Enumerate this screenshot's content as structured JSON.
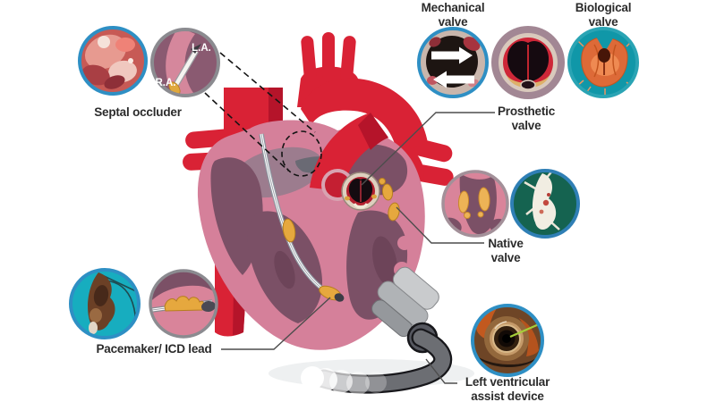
{
  "labels": {
    "septal_occluder": "Septal occluder",
    "mechanical_valve": "Mechanical valve",
    "biological_valve": "Biological valve",
    "prosthetic_valve": "Prosthetic valve",
    "native_valve": "Native valve",
    "pacemaker_icd_lead": "Pacemaker/ ICD lead",
    "lvad": "Left ventricular assist device"
  },
  "annotations": {
    "left_atrium_abbr": "L.A.",
    "right_atrium_abbr": "R.A."
  },
  "colors": {
    "vessel_red": "#d92235",
    "vessel_red_dark": "#b5142a",
    "heart_wall_pink": "#d5809a",
    "chamber_mauve": "#7b5066",
    "vegetation_yellow": "#e6a83e",
    "photo_ring_blue": "#2e8fc4",
    "illustration_ring_gray": "#8b8b90",
    "device_gray": "#6c6e73",
    "leader_line": "#4d4d4d",
    "label_text": "#2b2b2b"
  },
  "insets": [
    {
      "name": "septal-occluder-photo",
      "kind": "photo",
      "ring": "#2e8fc4"
    },
    {
      "name": "septal-occluder-illustration",
      "kind": "illustration",
      "ring": "#8b8b90"
    },
    {
      "name": "mechanical-valve-photo",
      "kind": "photo",
      "ring": "#2e8fc4"
    },
    {
      "name": "prosthetic-valve-illustration",
      "kind": "illustration",
      "ring": "#a28794"
    },
    {
      "name": "biological-valve-photo",
      "kind": "photo",
      "ring": "#2aa4b4"
    },
    {
      "name": "native-valve-illustration",
      "kind": "illustration",
      "ring": "#a39099"
    },
    {
      "name": "native-valve-photo",
      "kind": "photo",
      "ring": "#2f7fb5"
    },
    {
      "name": "pacemaker-photo",
      "kind": "photo",
      "ring": "#2e8fc4"
    },
    {
      "name": "pacemaker-illustration",
      "kind": "illustration",
      "ring": "#8b8b90"
    },
    {
      "name": "lvad-photo",
      "kind": "photo",
      "ring": "#2e8fc4"
    }
  ]
}
